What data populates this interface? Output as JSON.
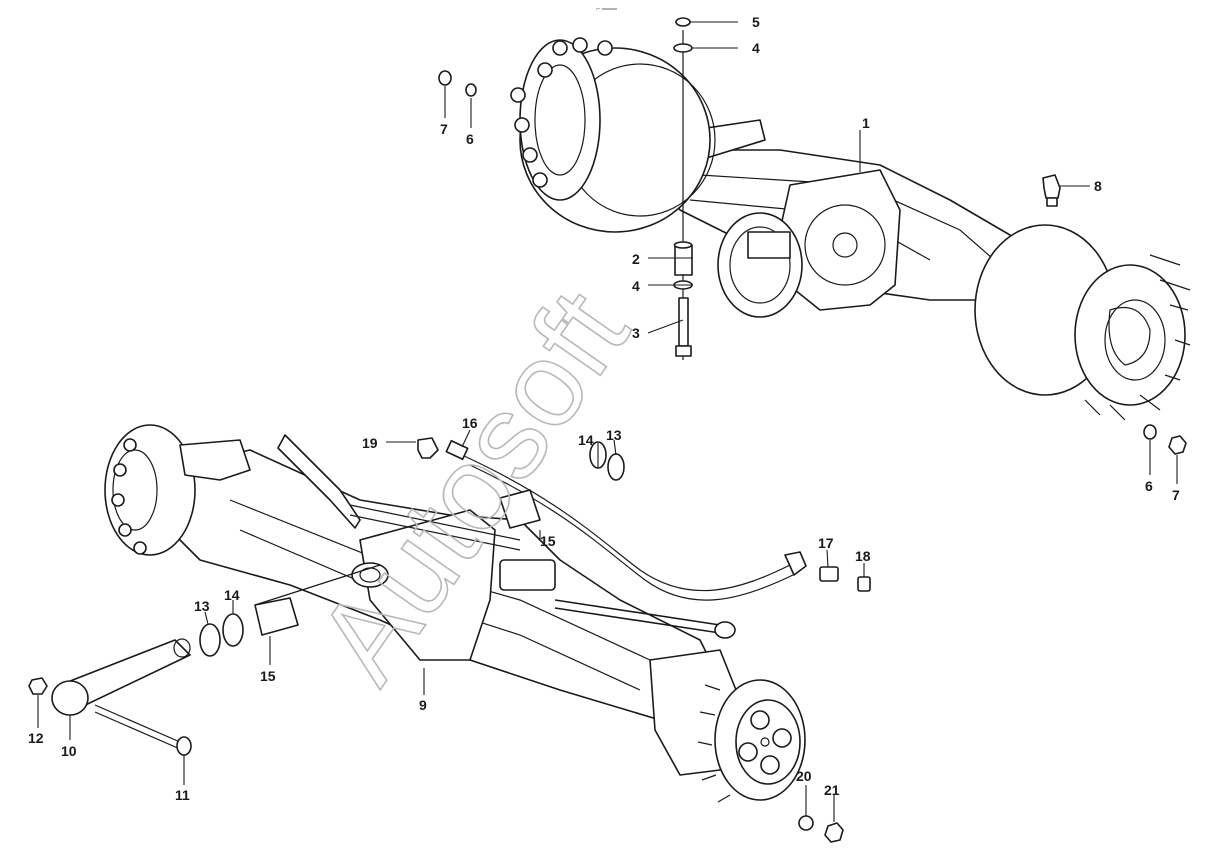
{
  "diagram": {
    "top_mark": "⌐ ═══",
    "watermark": "Autosoft",
    "callouts": {
      "c1": "1",
      "c2": "2",
      "c3": "3",
      "c4a": "4",
      "c4b": "4",
      "c5": "5",
      "c6a": "6",
      "c6b": "6",
      "c7a": "7",
      "c7b": "7",
      "c8": "8",
      "c9": "9",
      "c10": "10",
      "c11": "11",
      "c12": "12",
      "c13a": "13",
      "c13b": "13",
      "c14a": "14",
      "c14b": "14",
      "c15a": "15",
      "c15b": "15",
      "c16": "16",
      "c17": "17",
      "c18": "18",
      "c19": "19",
      "c20": "20",
      "c21": "21"
    }
  }
}
